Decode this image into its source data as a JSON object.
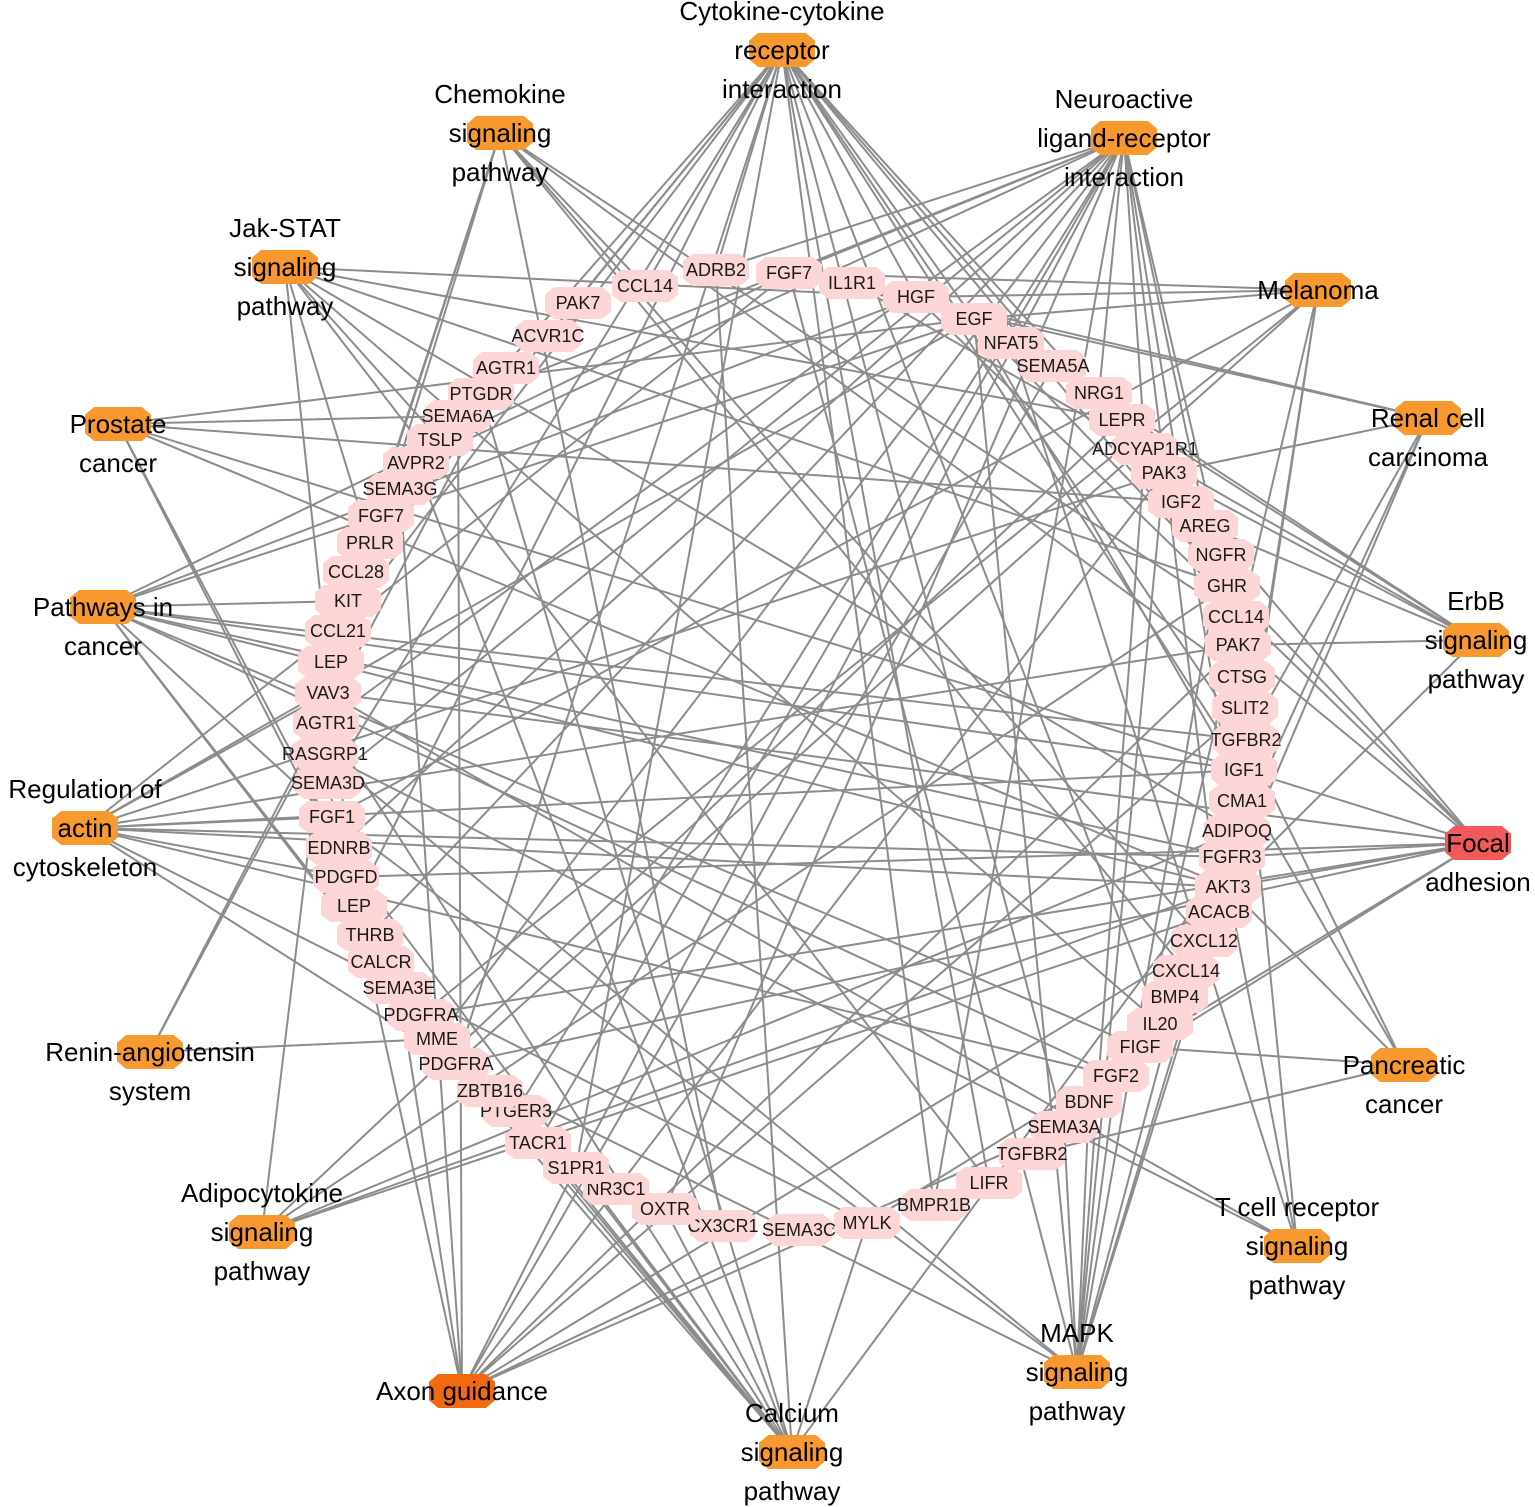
{
  "colors": {
    "edge": "#8c8c8c",
    "gene_node": "#fcd6d6",
    "pathway_node": "#f7992f",
    "axon_guidance_node": "#f26a10",
    "focal_adhesion_node": "#f25a5a"
  },
  "pathways": [
    {
      "id": "cytokine",
      "lines": [
        "Cytokine-cytokine",
        "receptor",
        "interaction"
      ],
      "color": "pathway_node"
    },
    {
      "id": "chemokine",
      "lines": [
        "Chemokine",
        "signaling",
        "pathway"
      ],
      "color": "pathway_node"
    },
    {
      "id": "neuroactive",
      "lines": [
        "Neuroactive",
        "ligand-receptor",
        "interaction"
      ],
      "color": "pathway_node"
    },
    {
      "id": "jakstat",
      "lines": [
        "Jak-STAT",
        "signaling",
        "pathway"
      ],
      "color": "pathway_node"
    },
    {
      "id": "melanoma",
      "lines": [
        "Melanoma"
      ],
      "color": "pathway_node"
    },
    {
      "id": "prostate",
      "lines": [
        "Prostate",
        "cancer"
      ],
      "color": "pathway_node"
    },
    {
      "id": "renal",
      "lines": [
        "Renal cell",
        "carcinoma"
      ],
      "color": "pathway_node"
    },
    {
      "id": "pathways_cancer",
      "lines": [
        "Pathways in",
        "cancer"
      ],
      "color": "pathway_node"
    },
    {
      "id": "erbb",
      "lines": [
        "ErbB",
        "signaling",
        "pathway"
      ],
      "color": "pathway_node"
    },
    {
      "id": "actin",
      "lines": [
        "Regulation of",
        "actin",
        "cytoskeleton"
      ],
      "color": "pathway_node"
    },
    {
      "id": "focal",
      "lines": [
        "Focal",
        "adhesion"
      ],
      "color": "focal_adhesion_node"
    },
    {
      "id": "renin",
      "lines": [
        "Renin-angiotensin",
        "system"
      ],
      "color": "pathway_node"
    },
    {
      "id": "pancreatic",
      "lines": [
        "Pancreatic",
        "cancer"
      ],
      "color": "pathway_node"
    },
    {
      "id": "adipocytokine",
      "lines": [
        "Adipocytokine",
        "signaling",
        "pathway"
      ],
      "color": "pathway_node"
    },
    {
      "id": "tcell",
      "lines": [
        "T cell receptor",
        "signaling",
        "pathway"
      ],
      "color": "pathway_node"
    },
    {
      "id": "mapk",
      "lines": [
        "MAPK",
        "signaling",
        "pathway"
      ],
      "color": "pathway_node"
    },
    {
      "id": "axon",
      "lines": [
        "Axon guidance"
      ],
      "color": "axon_guidance_node"
    },
    {
      "id": "calcium",
      "lines": [
        "Calcium",
        "signaling",
        "pathway"
      ],
      "color": "pathway_node"
    }
  ],
  "genes": [
    "ADRB2",
    "FGF7",
    "IL1R1",
    "HGF",
    "EGF",
    "NFAT5",
    "SEMA5A",
    "NRG1",
    "LEPR",
    "ADCYAP1R1",
    "PAK3",
    "IGF2",
    "AREG",
    "NGFR",
    "GHR",
    "CCL14",
    "PAK7",
    "CTSG",
    "SLIT2",
    "TGFBR2",
    "IGF1",
    "CMA1",
    "ADIPOQ",
    "FGFR3",
    "AKT3",
    "ACACB",
    "CXCL12",
    "CXCL14",
    "BMP4",
    "IL20",
    "FIGF",
    "FGF2",
    "BDNF",
    "SEMA3A",
    "TGFBR2",
    "LIFR",
    "BMPR1B",
    "MYLK",
    "SEMA3C",
    "CX3CR1",
    "OXTR",
    "NR3C1",
    "S1PR1",
    "TACR1",
    "PTGER3",
    "ZBTB16",
    "PDGFRA",
    "MME",
    "PDGFRA",
    "SEMA3E",
    "CALCR",
    "THRB",
    "LEP",
    "PDGFD",
    "EDNRB",
    "FGF1",
    "SEMA3D",
    "RASGRP1",
    "AGTR1",
    "VAV3",
    "LEP",
    "CCL21",
    "KIT",
    "CCL28",
    "PRLR",
    "FGF7",
    "SEMA3G",
    "AVPR2",
    "TSLP",
    "SEMA6A",
    "PTGDR",
    "AGTR1",
    "ACVR1C",
    "PAK7",
    "CCL14"
  ],
  "edges": [
    [
      "cytokine",
      0
    ],
    [
      "cytokine",
      3
    ],
    [
      "cytokine",
      4
    ],
    [
      "cytokine",
      9
    ],
    [
      "cytokine",
      13
    ],
    [
      "cytokine",
      14
    ],
    [
      "cytokine",
      19
    ],
    [
      "cytokine",
      20
    ],
    [
      "cytokine",
      29
    ],
    [
      "cytokine",
      33
    ],
    [
      "cytokine",
      35
    ],
    [
      "cytokine",
      36
    ],
    [
      "cytokine",
      42
    ],
    [
      "cytokine",
      46
    ],
    [
      "cytokine",
      52
    ],
    [
      "cytokine",
      56
    ],
    [
      "cytokine",
      61
    ],
    [
      "cytokine",
      63
    ],
    [
      "cytokine",
      72
    ],
    [
      "cytokine",
      74
    ],
    [
      "cytokine",
      68
    ],
    [
      "chemokine",
      74
    ],
    [
      "chemokine",
      61
    ],
    [
      "chemokine",
      63
    ],
    [
      "chemokine",
      26
    ],
    [
      "chemokine",
      27
    ],
    [
      "chemokine",
      39
    ],
    [
      "chemokine",
      59
    ],
    [
      "chemokine",
      17
    ],
    [
      "chemokine",
      15
    ],
    [
      "neuroactive",
      0
    ],
    [
      "neuroactive",
      1
    ],
    [
      "neuroactive",
      7
    ],
    [
      "neuroactive",
      9
    ],
    [
      "neuroactive",
      18
    ],
    [
      "neuroactive",
      22
    ],
    [
      "neuroactive",
      36
    ],
    [
      "neuroactive",
      40
    ],
    [
      "neuroactive",
      42
    ],
    [
      "neuroactive",
      43
    ],
    [
      "neuroactive",
      44
    ],
    [
      "neuroactive",
      51
    ],
    [
      "neuroactive",
      54
    ],
    [
      "neuroactive",
      56
    ],
    [
      "neuroactive",
      58
    ],
    [
      "neuroactive",
      67
    ],
    [
      "neuroactive",
      70
    ],
    [
      "neuroactive",
      47
    ],
    [
      "neuroactive",
      13
    ],
    [
      "neuroactive",
      25
    ],
    [
      "jakstat",
      64
    ],
    [
      "jakstat",
      8
    ],
    [
      "jakstat",
      14
    ],
    [
      "jakstat",
      3
    ],
    [
      "jakstat",
      29
    ],
    [
      "jakstat",
      52
    ],
    [
      "jakstat",
      68
    ],
    [
      "jakstat",
      35
    ],
    [
      "jakstat",
      22
    ],
    [
      "melanoma",
      4
    ],
    [
      "melanoma",
      20
    ],
    [
      "melanoma",
      46
    ],
    [
      "melanoma",
      1
    ],
    [
      "melanoma",
      3
    ],
    [
      "melanoma",
      30
    ],
    [
      "melanoma",
      24
    ],
    [
      "melanoma",
      48
    ],
    [
      "melanoma",
      55
    ],
    [
      "prostate",
      4
    ],
    [
      "prostate",
      20
    ],
    [
      "prostate",
      46
    ],
    [
      "prostate",
      24
    ],
    [
      "prostate",
      48
    ],
    [
      "prostate",
      11
    ],
    [
      "prostate",
      69
    ],
    [
      "renal",
      3
    ],
    [
      "renal",
      24
    ],
    [
      "renal",
      19
    ],
    [
      "renal",
      30
    ],
    [
      "renal",
      10
    ],
    [
      "renal",
      1
    ],
    [
      "pathways_cancer",
      4
    ],
    [
      "pathways_cancer",
      3
    ],
    [
      "pathways_cancer",
      19
    ],
    [
      "pathways_cancer",
      20
    ],
    [
      "pathways_cancer",
      24
    ],
    [
      "pathways_cancer",
      30
    ],
    [
      "pathways_cancer",
      46
    ],
    [
      "pathways_cancer",
      48
    ],
    [
      "pathways_cancer",
      62
    ],
    [
      "pathways_cancer",
      1
    ],
    [
      "pathways_cancer",
      55
    ],
    [
      "pathways_cancer",
      31
    ],
    [
      "pathways_cancer",
      23
    ],
    [
      "erbb",
      4
    ],
    [
      "erbb",
      7
    ],
    [
      "erbb",
      12
    ],
    [
      "erbb",
      24
    ],
    [
      "erbb",
      16
    ],
    [
      "erbb",
      10
    ],
    [
      "erbb",
      2
    ],
    [
      "actin",
      1
    ],
    [
      "actin",
      4
    ],
    [
      "actin",
      20
    ],
    [
      "actin",
      24
    ],
    [
      "actin",
      31
    ],
    [
      "actin",
      37
    ],
    [
      "actin",
      46
    ],
    [
      "actin",
      59
    ],
    [
      "actin",
      55
    ],
    [
      "actin",
      16
    ],
    [
      "actin",
      10
    ],
    [
      "actin",
      53
    ],
    [
      "actin",
      23
    ],
    [
      "focal",
      3
    ],
    [
      "focal",
      4
    ],
    [
      "focal",
      20
    ],
    [
      "focal",
      24
    ],
    [
      "focal",
      30
    ],
    [
      "focal",
      37
    ],
    [
      "focal",
      46
    ],
    [
      "focal",
      48
    ],
    [
      "focal",
      59
    ],
    [
      "focal",
      53
    ],
    [
      "focal",
      16
    ],
    [
      "focal",
      10
    ],
    [
      "focal",
      23
    ],
    [
      "renin",
      58
    ],
    [
      "renin",
      47
    ],
    [
      "renin",
      71
    ],
    [
      "pancreatic",
      4
    ],
    [
      "pancreatic",
      30
    ],
    [
      "pancreatic",
      24
    ],
    [
      "pancreatic",
      19
    ],
    [
      "pancreatic",
      34
    ],
    [
      "adipocytokine",
      8
    ],
    [
      "adipocytokine",
      22
    ],
    [
      "adipocytokine",
      24
    ],
    [
      "adipocytokine",
      25
    ],
    [
      "adipocytokine",
      60
    ],
    [
      "adipocytokine",
      14
    ],
    [
      "tcell",
      24
    ],
    [
      "tcell",
      59
    ],
    [
      "tcell",
      5
    ],
    [
      "tcell",
      57
    ],
    [
      "tcell",
      16
    ],
    [
      "mapk",
      1
    ],
    [
      "mapk",
      4
    ],
    [
      "mapk",
      9
    ],
    [
      "mapk",
      13
    ],
    [
      "mapk",
      23
    ],
    [
      "mapk",
      24
    ],
    [
      "mapk",
      31
    ],
    [
      "mapk",
      32
    ],
    [
      "mapk",
      33
    ],
    [
      "mapk",
      46
    ],
    [
      "mapk",
      19
    ],
    [
      "mapk",
      10
    ],
    [
      "mapk",
      55
    ],
    [
      "mapk",
      57
    ],
    [
      "axon",
      6
    ],
    [
      "axon",
      33
    ],
    [
      "axon",
      38
    ],
    [
      "axon",
      49
    ],
    [
      "axon",
      56
    ],
    [
      "axon",
      66
    ],
    [
      "axon",
      69
    ],
    [
      "axon",
      18
    ],
    [
      "axon",
      26
    ],
    [
      "axon",
      42
    ],
    [
      "axon",
      10
    ],
    [
      "axon",
      16
    ],
    [
      "calcium",
      0
    ],
    [
      "calcium",
      23
    ],
    [
      "calcium",
      37
    ],
    [
      "calcium",
      40
    ],
    [
      "calcium",
      42
    ],
    [
      "calcium",
      43
    ],
    [
      "calcium",
      44
    ],
    [
      "calcium",
      46
    ],
    [
      "calcium",
      54
    ],
    [
      "calcium",
      58
    ],
    [
      "calcium",
      67
    ],
    [
      "calcium",
      70
    ],
    [
      "calcium",
      50
    ]
  ]
}
